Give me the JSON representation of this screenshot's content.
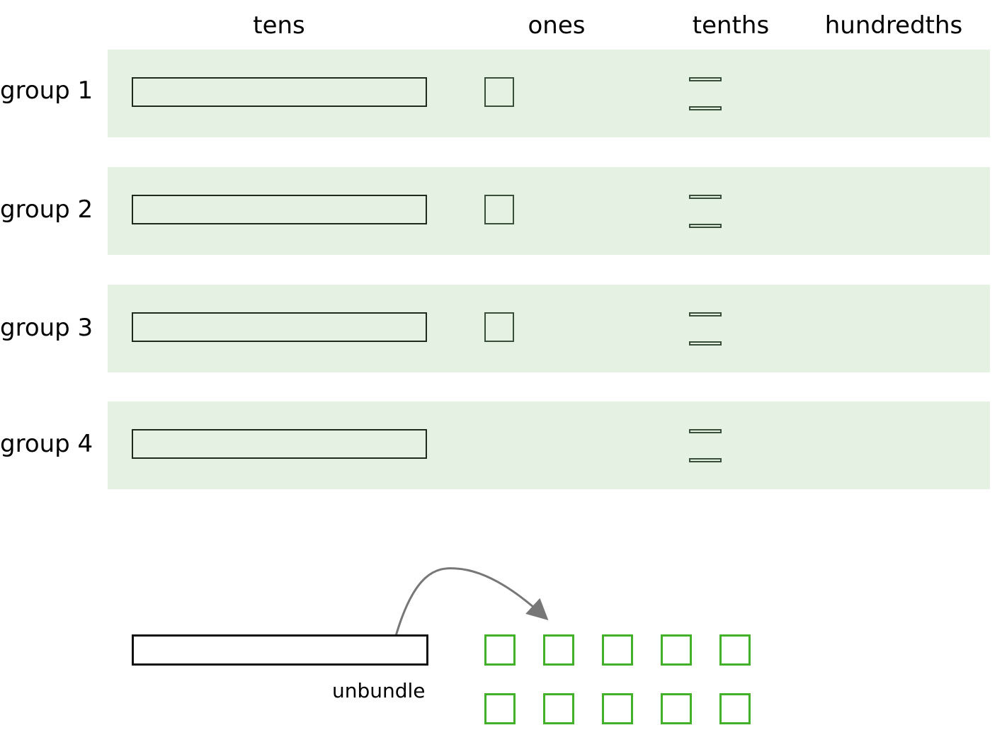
{
  "columns": {
    "tens": "tens",
    "ones": "ones",
    "tenths": "tenths",
    "hundredths": "hundredths"
  },
  "groups": [
    {
      "label": "group 1",
      "tens": 1,
      "ones": 1,
      "tenths": 2
    },
    {
      "label": "group 2",
      "tens": 1,
      "ones": 1,
      "tenths": 2
    },
    {
      "label": "group 3",
      "tens": 1,
      "ones": 1,
      "tenths": 2
    },
    {
      "label": "group 4",
      "tens": 1,
      "ones": 0,
      "tenths": 2
    }
  ],
  "unbundle": {
    "label": "unbundle",
    "ones_count": 10
  },
  "colors": {
    "band": "#e5f1e3",
    "outline_dark": "#1d2b1d",
    "outline_mid": "#3a4f3a",
    "unbundled_ones": "#43b02a",
    "arrow": "#777777"
  }
}
